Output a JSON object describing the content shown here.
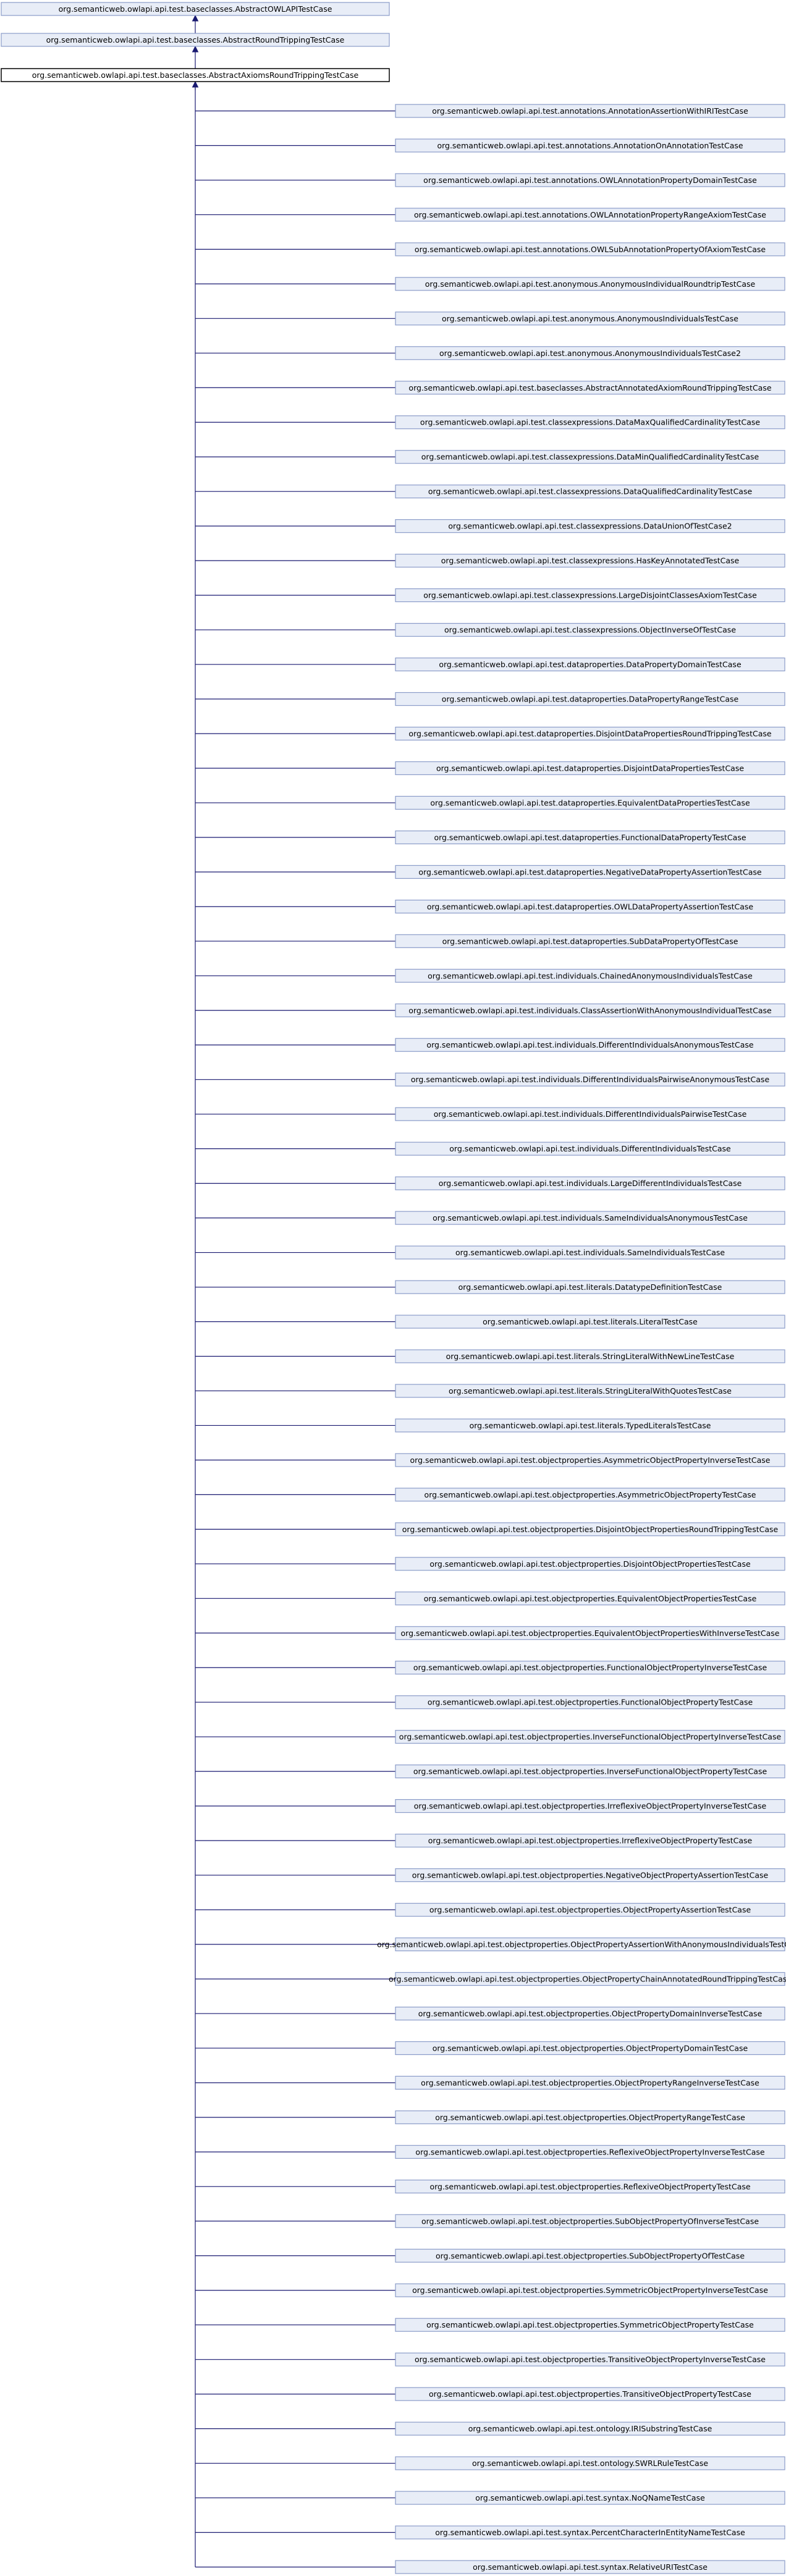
{
  "ancestors": [
    "org.semanticweb.owlapi.api.test.baseclasses.AbstractOWLAPITestCase",
    "org.semanticweb.owlapi.api.test.baseclasses.AbstractRoundTrippingTestCase"
  ],
  "current": "org.semanticweb.owlapi.api.test.baseclasses.AbstractAxiomsRoundTrippingTestCase",
  "subclasses": [
    "org.semanticweb.owlapi.api.test.annotations.AnnotationAssertionWithIRITestCase",
    "org.semanticweb.owlapi.api.test.annotations.AnnotationOnAnnotationTestCase",
    "org.semanticweb.owlapi.api.test.annotations.OWLAnnotationPropertyDomainTestCase",
    "org.semanticweb.owlapi.api.test.annotations.OWLAnnotationPropertyRangeAxiomTestCase",
    "org.semanticweb.owlapi.api.test.annotations.OWLSubAnnotationPropertyOfAxiomTestCase",
    "org.semanticweb.owlapi.api.test.anonymous.AnonymousIndividualRoundtripTestCase",
    "org.semanticweb.owlapi.api.test.anonymous.AnonymousIndividualsTestCase",
    "org.semanticweb.owlapi.api.test.anonymous.AnonymousIndividualsTestCase2",
    "org.semanticweb.owlapi.api.test.baseclasses.AbstractAnnotatedAxiomRoundTrippingTestCase",
    "org.semanticweb.owlapi.api.test.classexpressions.DataMaxQualifiedCardinalityTestCase",
    "org.semanticweb.owlapi.api.test.classexpressions.DataMinQualifiedCardinalityTestCase",
    "org.semanticweb.owlapi.api.test.classexpressions.DataQualifiedCardinalityTestCase",
    "org.semanticweb.owlapi.api.test.classexpressions.DataUnionOfTestCase2",
    "org.semanticweb.owlapi.api.test.classexpressions.HasKeyAnnotatedTestCase",
    "org.semanticweb.owlapi.api.test.classexpressions.LargeDisjointClassesAxiomTestCase",
    "org.semanticweb.owlapi.api.test.classexpressions.ObjectInverseOfTestCase",
    "org.semanticweb.owlapi.api.test.dataproperties.DataPropertyDomainTestCase",
    "org.semanticweb.owlapi.api.test.dataproperties.DataPropertyRangeTestCase",
    "org.semanticweb.owlapi.api.test.dataproperties.DisjointDataPropertiesRoundTrippingTestCase",
    "org.semanticweb.owlapi.api.test.dataproperties.DisjointDataPropertiesTestCase",
    "org.semanticweb.owlapi.api.test.dataproperties.EquivalentDataPropertiesTestCase",
    "org.semanticweb.owlapi.api.test.dataproperties.FunctionalDataPropertyTestCase",
    "org.semanticweb.owlapi.api.test.dataproperties.NegativeDataPropertyAssertionTestCase",
    "org.semanticweb.owlapi.api.test.dataproperties.OWLDataPropertyAssertionTestCase",
    "org.semanticweb.owlapi.api.test.dataproperties.SubDataPropertyOfTestCase",
    "org.semanticweb.owlapi.api.test.individuals.ChainedAnonymousIndividualsTestCase",
    "org.semanticweb.owlapi.api.test.individuals.ClassAssertionWithAnonymousIndividualTestCase",
    "org.semanticweb.owlapi.api.test.individuals.DifferentIndividualsAnonymousTestCase",
    "org.semanticweb.owlapi.api.test.individuals.DifferentIndividualsPairwiseAnonymousTestCase",
    "org.semanticweb.owlapi.api.test.individuals.DifferentIndividualsPairwiseTestCase",
    "org.semanticweb.owlapi.api.test.individuals.DifferentIndividualsTestCase",
    "org.semanticweb.owlapi.api.test.individuals.LargeDifferentIndividualsTestCase",
    "org.semanticweb.owlapi.api.test.individuals.SameIndividualsAnonymousTestCase",
    "org.semanticweb.owlapi.api.test.individuals.SameIndividualsTestCase",
    "org.semanticweb.owlapi.api.test.literals.DatatypeDefinitionTestCase",
    "org.semanticweb.owlapi.api.test.literals.LiteralTestCase",
    "org.semanticweb.owlapi.api.test.literals.StringLiteralWithNewLineTestCase",
    "org.semanticweb.owlapi.api.test.literals.StringLiteralWithQuotesTestCase",
    "org.semanticweb.owlapi.api.test.literals.TypedLiteralsTestCase",
    "org.semanticweb.owlapi.api.test.objectproperties.AsymmetricObjectPropertyInverseTestCase",
    "org.semanticweb.owlapi.api.test.objectproperties.AsymmetricObjectPropertyTestCase",
    "org.semanticweb.owlapi.api.test.objectproperties.DisjointObjectPropertiesRoundTrippingTestCase",
    "org.semanticweb.owlapi.api.test.objectproperties.DisjointObjectPropertiesTestCase",
    "org.semanticweb.owlapi.api.test.objectproperties.EquivalentObjectPropertiesTestCase",
    "org.semanticweb.owlapi.api.test.objectproperties.EquivalentObjectPropertiesWithInverseTestCase",
    "org.semanticweb.owlapi.api.test.objectproperties.FunctionalObjectPropertyInverseTestCase",
    "org.semanticweb.owlapi.api.test.objectproperties.FunctionalObjectPropertyTestCase",
    "org.semanticweb.owlapi.api.test.objectproperties.InverseFunctionalObjectPropertyInverseTestCase",
    "org.semanticweb.owlapi.api.test.objectproperties.InverseFunctionalObjectPropertyTestCase",
    "org.semanticweb.owlapi.api.test.objectproperties.IrreflexiveObjectPropertyInverseTestCase",
    "org.semanticweb.owlapi.api.test.objectproperties.IrreflexiveObjectPropertyTestCase",
    "org.semanticweb.owlapi.api.test.objectproperties.NegativeObjectPropertyAssertionTestCase",
    "org.semanticweb.owlapi.api.test.objectproperties.ObjectPropertyAssertionTestCase",
    "org.semanticweb.owlapi.api.test.objectproperties.ObjectPropertyAssertionWithAnonymousIndividualsTestCase",
    "org.semanticweb.owlapi.api.test.objectproperties.ObjectPropertyChainAnnotatedRoundTrippingTestCase",
    "org.semanticweb.owlapi.api.test.objectproperties.ObjectPropertyDomainInverseTestCase",
    "org.semanticweb.owlapi.api.test.objectproperties.ObjectPropertyDomainTestCase",
    "org.semanticweb.owlapi.api.test.objectproperties.ObjectPropertyRangeInverseTestCase",
    "org.semanticweb.owlapi.api.test.objectproperties.ObjectPropertyRangeTestCase",
    "org.semanticweb.owlapi.api.test.objectproperties.ReflexiveObjectPropertyInverseTestCase",
    "org.semanticweb.owlapi.api.test.objectproperties.ReflexiveObjectPropertyTestCase",
    "org.semanticweb.owlapi.api.test.objectproperties.SubObjectPropertyOfInverseTestCase",
    "org.semanticweb.owlapi.api.test.objectproperties.SubObjectPropertyOfTestCase",
    "org.semanticweb.owlapi.api.test.objectproperties.SymmetricObjectPropertyInverseTestCase",
    "org.semanticweb.owlapi.api.test.objectproperties.SymmetricObjectPropertyTestCase",
    "org.semanticweb.owlapi.api.test.objectproperties.TransitiveObjectPropertyInverseTestCase",
    "org.semanticweb.owlapi.api.test.objectproperties.TransitiveObjectPropertyTestCase",
    "org.semanticweb.owlapi.api.test.ontology.IRISubstringTestCase",
    "org.semanticweb.owlapi.api.test.ontology.SWRLRuleTestCase",
    "org.semanticweb.owlapi.api.test.syntax.NoQNameTestCase",
    "org.semanticweb.owlapi.api.test.syntax.PercentCharacterInEntityNameTestCase",
    "org.semanticweb.owlapi.api.test.syntax.RelativeURITestCase"
  ],
  "colors": {
    "node_fill": "#e8edf7",
    "node_border": "#8b9cc9",
    "current_fill": "#ffffff",
    "current_border": "#000000",
    "edge": "#191970"
  }
}
